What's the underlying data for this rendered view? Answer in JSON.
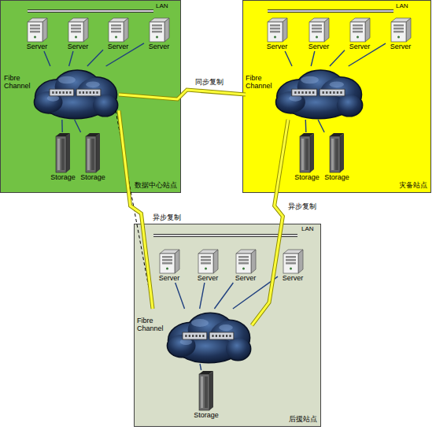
{
  "diagram": {
    "nodes": [
      {
        "text": [
          "数据中心站点"
        ]
      },
      {
        "text": [
          "Server"
        ],
        "in": 0
      },
      {
        "text": [
          "Server"
        ],
        "in": 0
      },
      {
        "text": [
          "Server"
        ],
        "in": 0
      },
      {
        "text": [
          "Server"
        ],
        "in": 0
      },
      {
        "text": [
          "Fibre Channel"
        ],
        "in": 0
      },
      {
        "text": [
          "Storage"
        ],
        "in": 0
      },
      {
        "text": [
          "Storage"
        ],
        "in": 0
      },
      {
        "text": [
          "灾备站点"
        ]
      },
      {
        "text": [
          "Server"
        ],
        "in": 8
      },
      {
        "text": [
          "Server"
        ],
        "in": 8
      },
      {
        "text": [
          "Server"
        ],
        "in": 8
      },
      {
        "text": [
          "Server"
        ],
        "in": 8
      },
      {
        "text": [
          "Fibre Channel"
        ],
        "in": 8
      },
      {
        "text": [
          "Storage"
        ],
        "in": 8
      },
      {
        "text": [
          "Storage"
        ],
        "in": 8
      },
      {
        "text": [
          "后援站点"
        ]
      },
      {
        "text": [
          "Server"
        ],
        "in": 16
      },
      {
        "text": [
          "Server"
        ],
        "in": 16
      },
      {
        "text": [
          "Server"
        ],
        "in": 16
      },
      {
        "text": [
          "Server"
        ],
        "in": 16
      },
      {
        "text": [
          "Fibre Channel"
        ],
        "in": 16
      },
      {
        "text": [
          "Storage"
        ],
        "in": 16
      }
    ],
    "edges": [
      {
        "from": 1,
        "to": 5,
        "arrow": "none"
      },
      {
        "from": 2,
        "to": 5,
        "arrow": "none"
      },
      {
        "from": 3,
        "to": 5,
        "arrow": "none"
      },
      {
        "from": 4,
        "to": 5,
        "arrow": "none"
      },
      {
        "from": 5,
        "to": 6,
        "arrow": "none"
      },
      {
        "from": 5,
        "to": 7,
        "arrow": "none"
      },
      {
        "from": 9,
        "to": 13,
        "arrow": "none"
      },
      {
        "from": 10,
        "to": 13,
        "arrow": "none"
      },
      {
        "from": 11,
        "to": 13,
        "arrow": "none"
      },
      {
        "from": 12,
        "to": 13,
        "arrow": "none"
      },
      {
        "from": 13,
        "to": 14,
        "arrow": "none"
      },
      {
        "from": 13,
        "to": 15,
        "arrow": "none"
      },
      {
        "from": 17,
        "to": 21,
        "arrow": "none"
      },
      {
        "from": 18,
        "to": 21,
        "arrow": "none"
      },
      {
        "from": 19,
        "to": 21,
        "arrow": "none"
      },
      {
        "from": 20,
        "to": 21,
        "arrow": "none"
      },
      {
        "from": 21,
        "to": 22,
        "arrow": "none"
      },
      {
        "from": 5,
        "to": 13,
        "label": "同步复制",
        "arrow": "none"
      },
      {
        "from": 5,
        "to": 21,
        "label": "异步复制",
        "arrow": "none"
      },
      {
        "from": 13,
        "to": 21,
        "label": "异步复制",
        "arrow": "none"
      }
    ],
    "labels": [
      "LAN",
      "LAN",
      "LAN"
    ]
  }
}
